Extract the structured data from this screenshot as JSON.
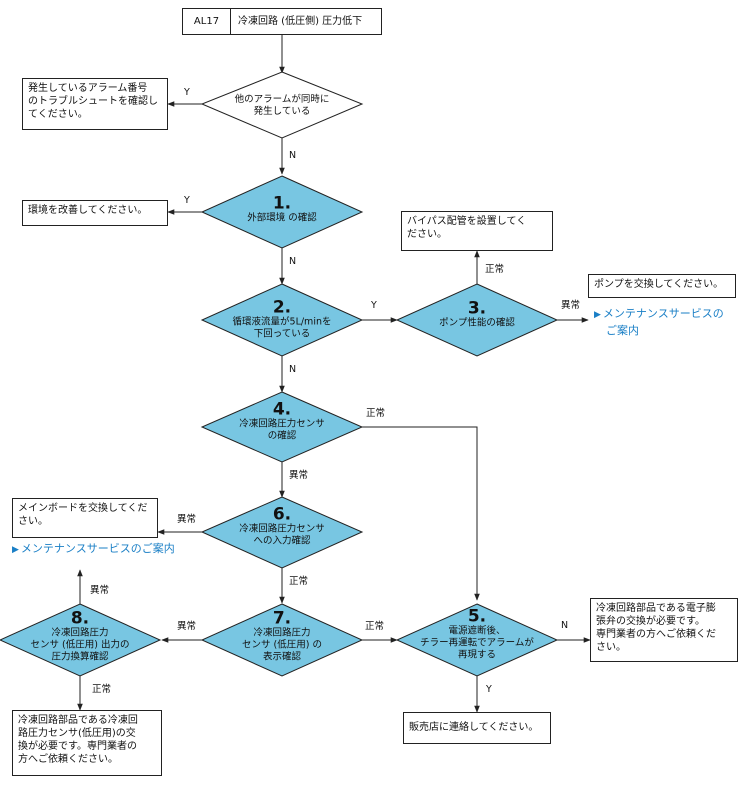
{
  "header": {
    "code": "AL17",
    "title": "冷凍回路 (低圧側) 圧力低下"
  },
  "start": {
    "question": [
      "他のアラームが同時に",
      "発生している"
    ],
    "yes_box": [
      "発生しているアラーム番号",
      "のトラブルシュートを確認し",
      "てください。"
    ]
  },
  "step1": {
    "num": "1.",
    "text": [
      "外部環境 の確認"
    ],
    "box": "環境を改善してください。"
  },
  "step2": {
    "num": "2.",
    "text": [
      "循環液流量が5L/minを",
      "下回っている"
    ]
  },
  "step3": {
    "num": "3.",
    "text": [
      "ポンプ性能の確認"
    ],
    "normal_box": [
      "バイパス配管を設置してく",
      "ださい。"
    ],
    "abnormal_box": "ポンプを交換してください。",
    "link": [
      "メンテナンスサービスの",
      "ご案内"
    ]
  },
  "step4": {
    "num": "4.",
    "text": [
      "冷凍回路圧力センサ",
      "の確認"
    ]
  },
  "step6": {
    "num": "6.",
    "text": [
      "冷凍回路圧力センサ",
      "への入力確認"
    ],
    "box": [
      "メインボードを交換してくだ",
      "さい。"
    ],
    "link": "メンテナンスサービスのご案内"
  },
  "step7": {
    "num": "7.",
    "text": [
      "冷凍回路圧力",
      "センサ (低圧用) の",
      "表示確認"
    ]
  },
  "step8": {
    "num": "8.",
    "text": [
      "冷凍回路圧力",
      "センサ (低圧用) 出力の",
      "圧力換算確認"
    ],
    "box": [
      "冷凍回路部品である冷凍回",
      "路圧力センサ(低圧用)の交",
      "換が必要です。専門業者の",
      "方へご依頼ください。"
    ]
  },
  "step5": {
    "num": "5.",
    "text": [
      "電源遮断後、",
      "チラー再運転でアラームが",
      "再現する"
    ],
    "no_box": [
      "冷凍回路部品である電子膨",
      "張弁の交換が必要です。",
      "専門業者の方へご依頼くだ",
      "さい。"
    ],
    "yes_box": "販売店に連絡してください。"
  },
  "labels": {
    "yes": "Y",
    "no": "N",
    "normal": "正常",
    "abnormal": "異常"
  },
  "colors": {
    "diamond_fill": "#78c6e2",
    "line": "#222222",
    "link": "#1a7fc6"
  }
}
